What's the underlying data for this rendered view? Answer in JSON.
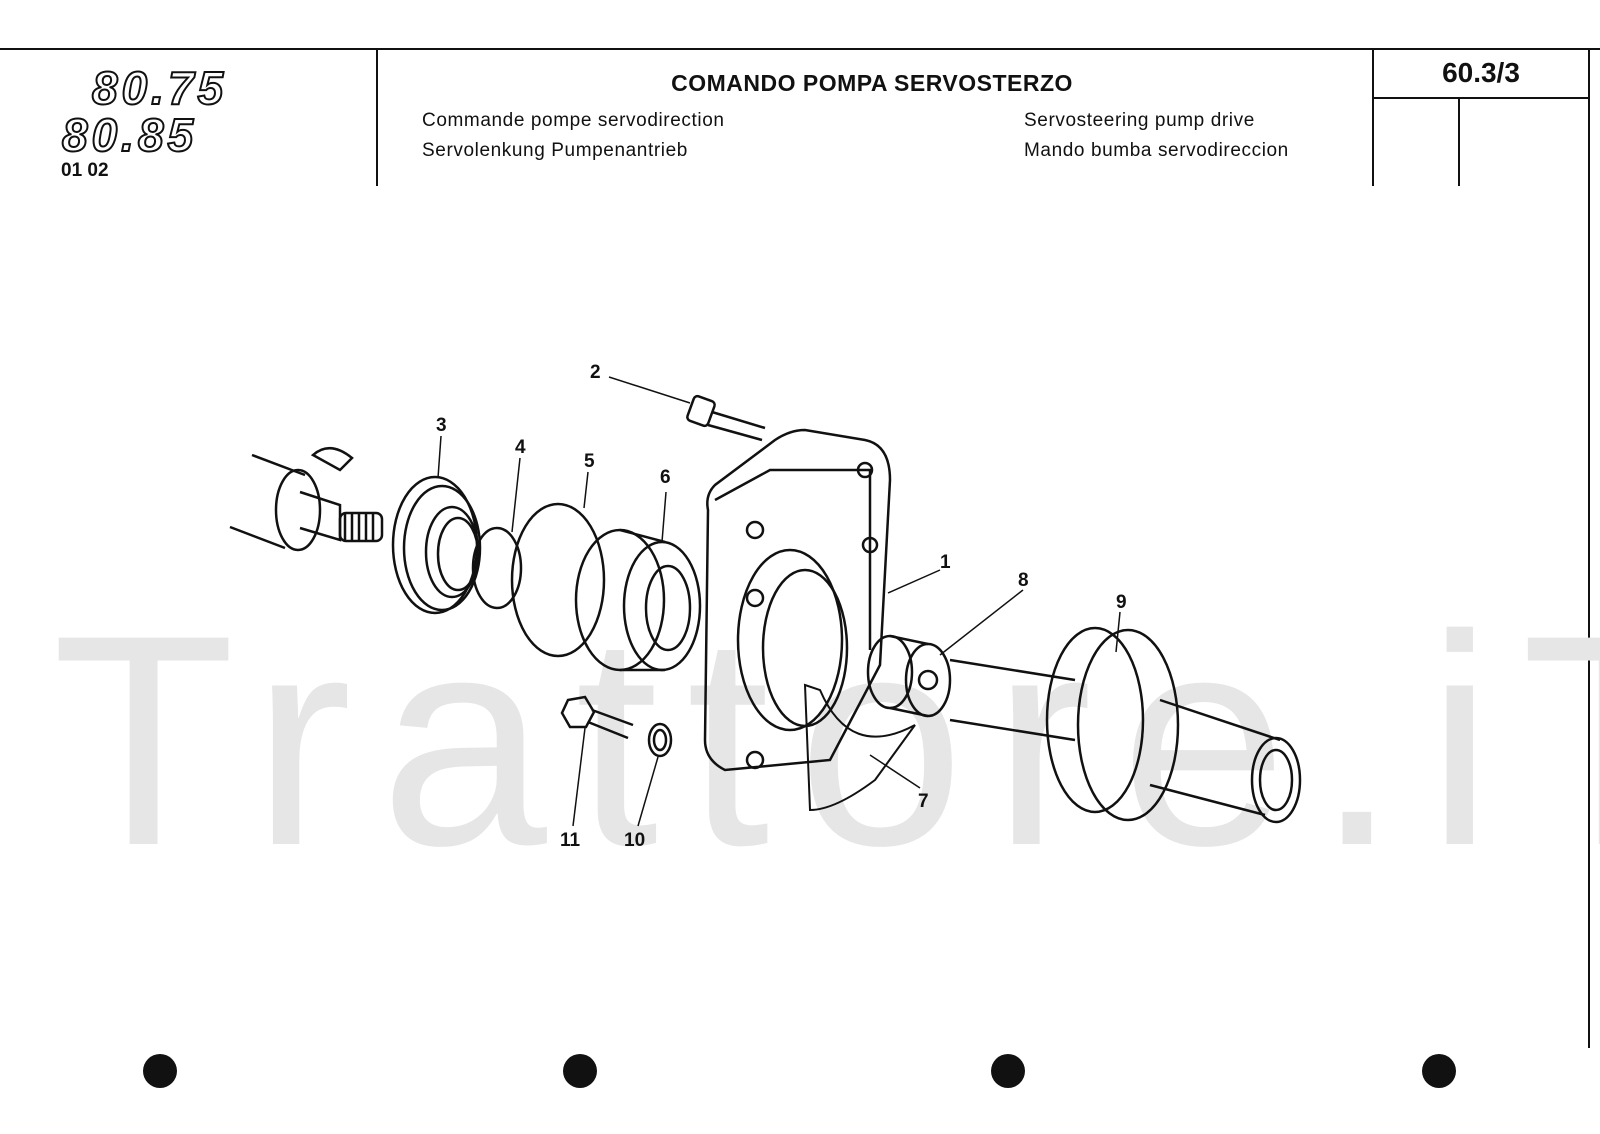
{
  "header": {
    "logo_line_1": "80.75",
    "logo_line_2": "80.85",
    "code": "01 02",
    "title": "COMANDO POMPA SERVOSTERZO",
    "subtitle_fr": "Commande pompe servodirection",
    "subtitle_de": "Servolenkung Pumpenantrieb",
    "subtitle_en": "Servosteering pump drive",
    "subtitle_es": "Mando bumba servodireccion",
    "page_number": "60.3/3"
  },
  "watermark": "Trattore.iT",
  "callouts": [
    "1",
    "2",
    "3",
    "4",
    "5",
    "6",
    "7",
    "8",
    "9",
    "10",
    "11"
  ]
}
